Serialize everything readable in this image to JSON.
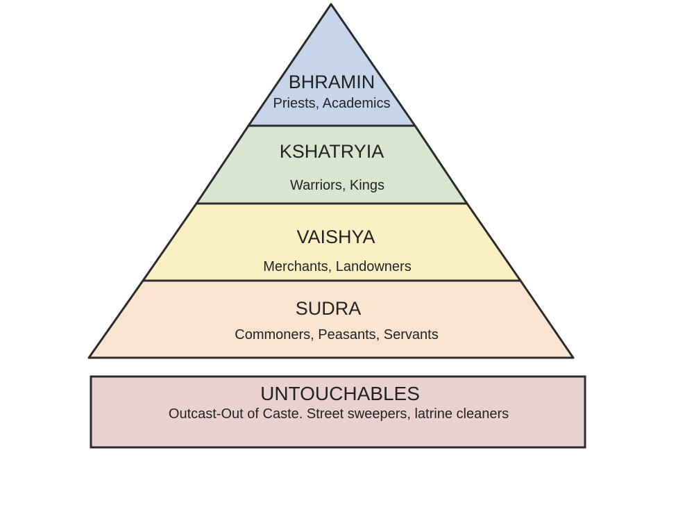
{
  "pyramid": {
    "tiers": [
      {
        "title": "BHRAMIN",
        "subtitle": "Priests, Academics",
        "color": "#c6d5ea"
      },
      {
        "title": "KSHATRYIA",
        "subtitle": "Warriors, Kings",
        "color": "#d9e5d0"
      },
      {
        "title": "VAISHYA",
        "subtitle": "Merchants, Landowners",
        "color": "#fbf0c4"
      },
      {
        "title": "SUDRA",
        "subtitle": "Commoners, Peasants, Servants",
        "color": "#f8e4cf"
      }
    ]
  },
  "outcast_box": {
    "title": "UNTOUCHABLES",
    "subtitle": "Outcast-Out of Caste. Street sweepers, latrine cleaners",
    "color": "#ead1d1"
  },
  "colors": {
    "outline": "#2b2b2b"
  }
}
